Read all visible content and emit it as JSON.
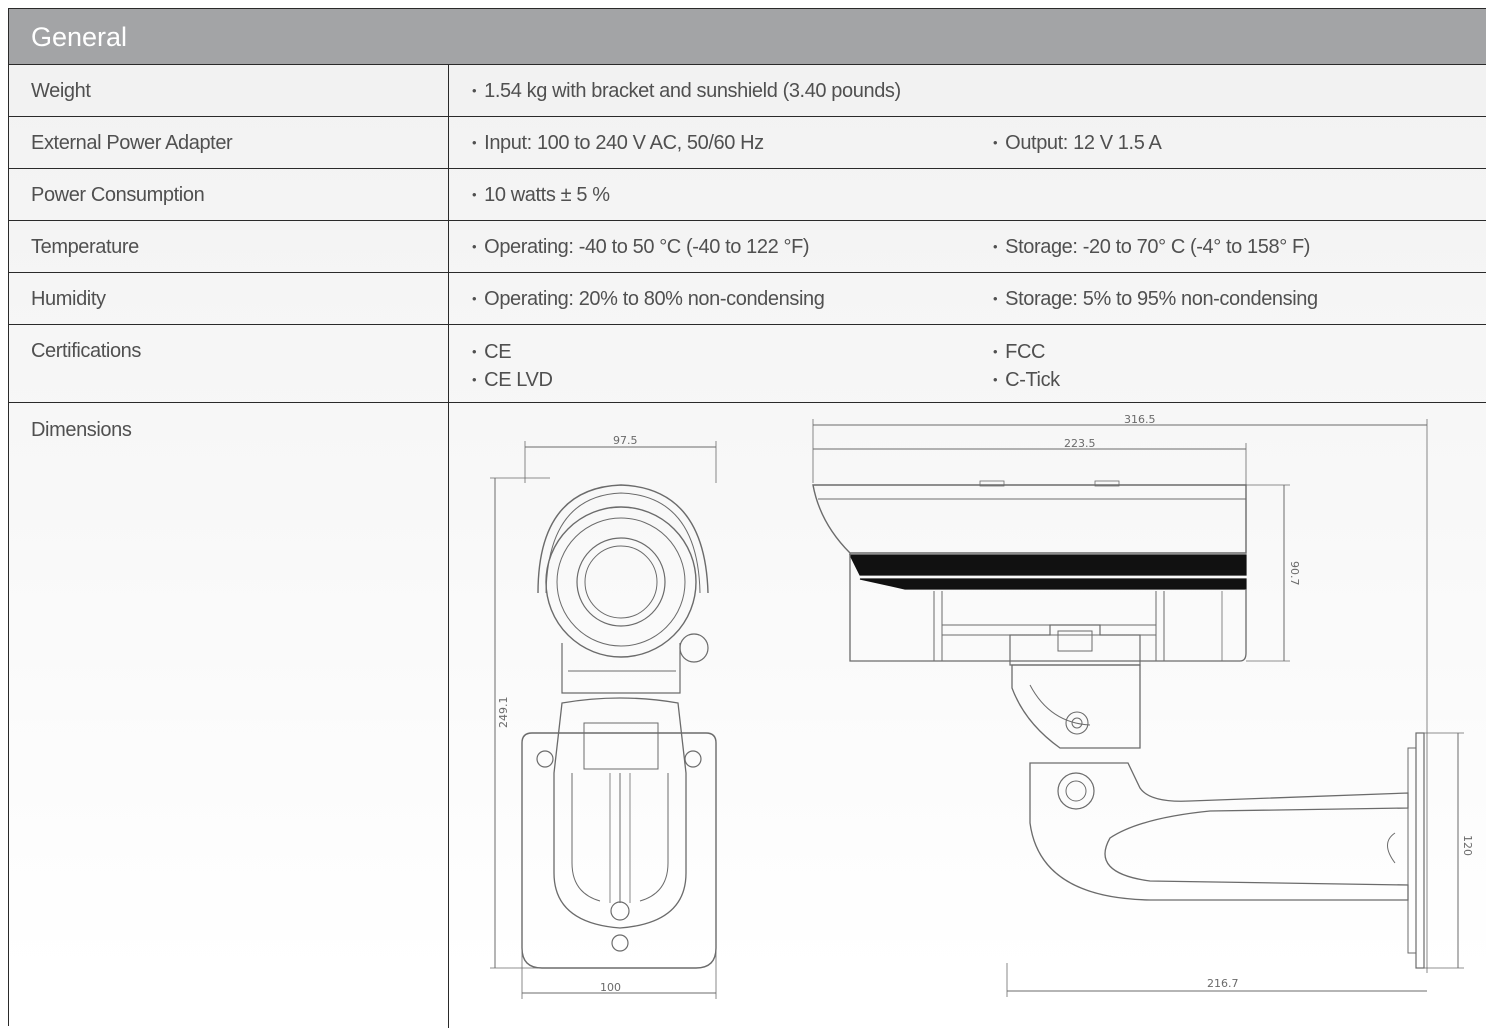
{
  "section": {
    "title": "General"
  },
  "rows": {
    "weight": {
      "label": "Weight",
      "values": [
        "1.54 kg with bracket and sunshield (3.40 pounds)"
      ]
    },
    "power_adapter": {
      "label": "External Power Adapter",
      "values": [
        "Input: 100 to 240 V AC, 50/60 Hz",
        "Output: 12 V 1.5 A"
      ]
    },
    "power_consumption": {
      "label": "Power Consumption",
      "values": [
        "10 watts ± 5 %"
      ]
    },
    "temperature": {
      "label": "Temperature",
      "values": [
        "Operating: -40 to 50 °C (-40 to 122 °F)",
        "Storage: -20 to 70° C (-4° to 158° F)"
      ]
    },
    "humidity": {
      "label": "Humidity",
      "values": [
        "Operating: 20% to 80% non-condensing",
        "Storage: 5% to 95% non-condensing"
      ]
    },
    "certifications": {
      "label": "Certifications",
      "col1": [
        "CE",
        "CE LVD"
      ],
      "col2": [
        "FCC",
        "C-Tick"
      ]
    },
    "dimensions": {
      "label": "Dimensions",
      "front_view": {
        "width_top": "97.5",
        "height": "249.1",
        "width_bottom": "100"
      },
      "side_view": {
        "length_total": "316.5",
        "length_housing": "223.5",
        "height_housing": "90.7",
        "bracket_height": "120",
        "bracket_length": "216.7"
      }
    }
  }
}
